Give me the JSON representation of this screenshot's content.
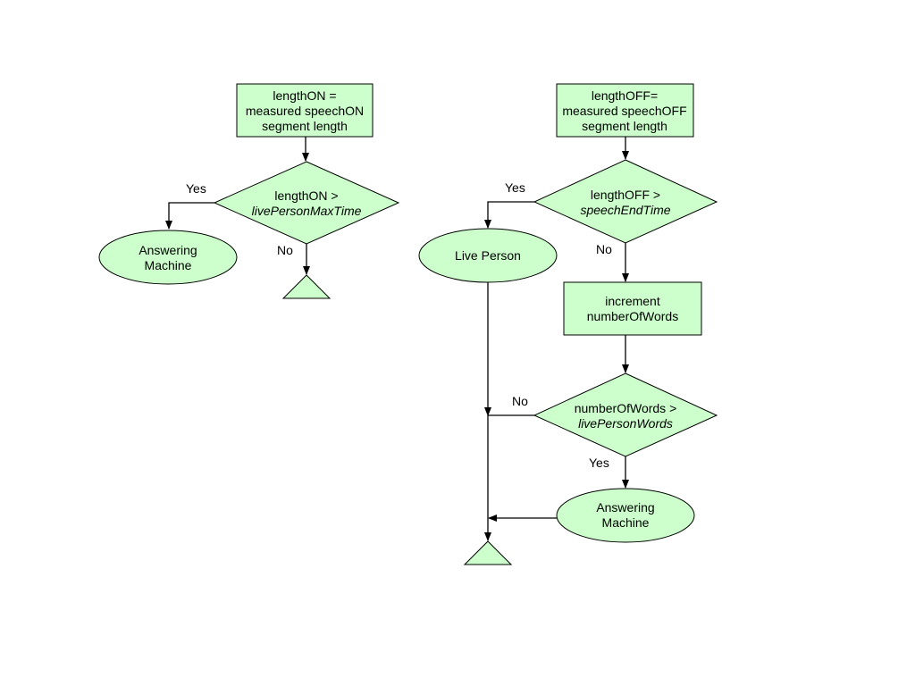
{
  "colors": {
    "node_fill": "#ccffcc",
    "stroke": "#000000",
    "background": "#ffffff"
  },
  "left_flow": {
    "process": {
      "line1": "lengthON =",
      "line2": "measured speechON",
      "line3": "segment length"
    },
    "decision": {
      "line1": "lengthON >",
      "line2_italic": "livePersonMaxTime"
    },
    "yes_label": "Yes",
    "no_label": "No",
    "terminal": {
      "line1": "Answering",
      "line2": "Machine"
    }
  },
  "right_flow": {
    "process": {
      "line1": "lengthOFF=",
      "line2": "measured speechOFF",
      "line3": "segment length"
    },
    "decision1": {
      "line1": "lengthOFF >",
      "line2_italic": "speechEndTime"
    },
    "yes_label1": "Yes",
    "no_label1": "No",
    "live_person": {
      "label": "Live Person"
    },
    "increment": {
      "line1": "increment",
      "line2": "numberOfWords"
    },
    "decision2": {
      "line1": "numberOfWords >",
      "line2_italic": "livePersonWords"
    },
    "no_label2": "No",
    "yes_label2": "Yes",
    "terminal": {
      "line1": "Answering",
      "line2": "Machine"
    }
  }
}
